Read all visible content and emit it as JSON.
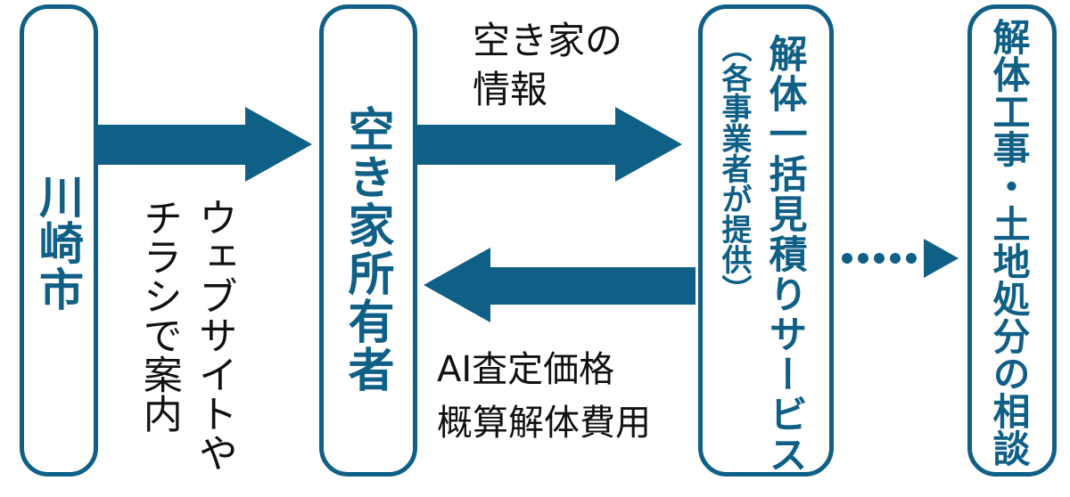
{
  "colors": {
    "accent": "#0f5f86",
    "text": "#111111"
  },
  "nodes": {
    "city": "川崎市",
    "owner": "空き家所有者",
    "service": "解体一括見積りサービス",
    "service_note": "（各事業者が提供）",
    "consult": "解体工事・土地処分の相談"
  },
  "labels": {
    "city_to_owner": [
      "ウェブサイトや",
      "チラシで案内"
    ],
    "owner_to_service": [
      "空き家の",
      "情報"
    ],
    "service_to_owner": [
      "AI査定価格",
      "概算解体費用"
    ]
  }
}
